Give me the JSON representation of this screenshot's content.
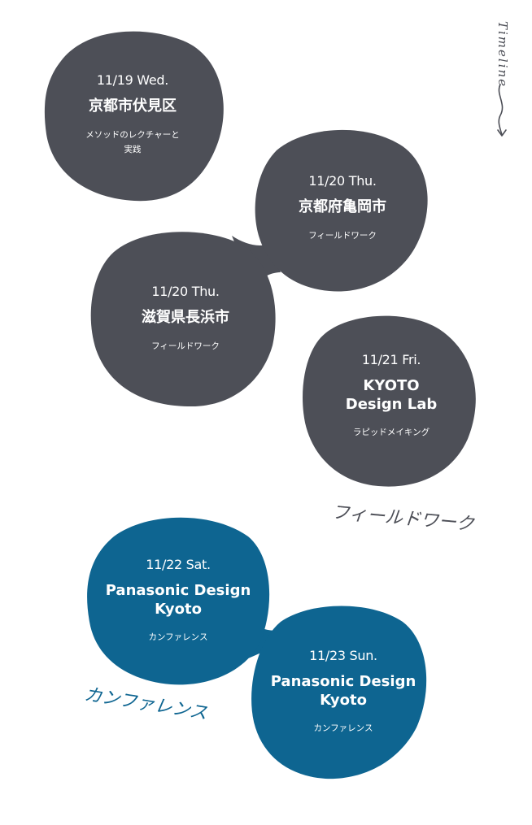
{
  "colors": {
    "fieldwork_blob": "#4d4f57",
    "conference_blob": "#0e6591",
    "text_on_blob": "#ffffff"
  },
  "timeline": {
    "label": "Timeline",
    "icon": "arrow-down-icon"
  },
  "events": [
    {
      "date": "11/19 Wed.",
      "place": "京都市伏見区",
      "desc_line1": "メソッドのレクチャーと",
      "desc_line2": "実践"
    },
    {
      "date": "11/20 Thu.",
      "place": "京都府亀岡市",
      "desc_line1": "フィールドワーク"
    },
    {
      "date": "11/20 Thu.",
      "place": "滋賀県長浜市",
      "desc_line1": "フィールドワーク"
    },
    {
      "date": "11/21 Fri.",
      "place_line1": "KYOTO",
      "place_line2": "Design Lab",
      "desc_line1": "ラピッドメイキング"
    },
    {
      "date": "11/22 Sat.",
      "place_line1": "Panasonic Design",
      "place_line2": "Kyoto",
      "desc_line1": "カンファレンス"
    },
    {
      "date": "11/23 Sun.",
      "place_line1": "Panasonic Design",
      "place_line2": "Kyoto",
      "desc_line1": "カンファレンス"
    }
  ],
  "section_labels": {
    "fieldwork": "フィールドワーク",
    "conference": "カンファレンス"
  }
}
